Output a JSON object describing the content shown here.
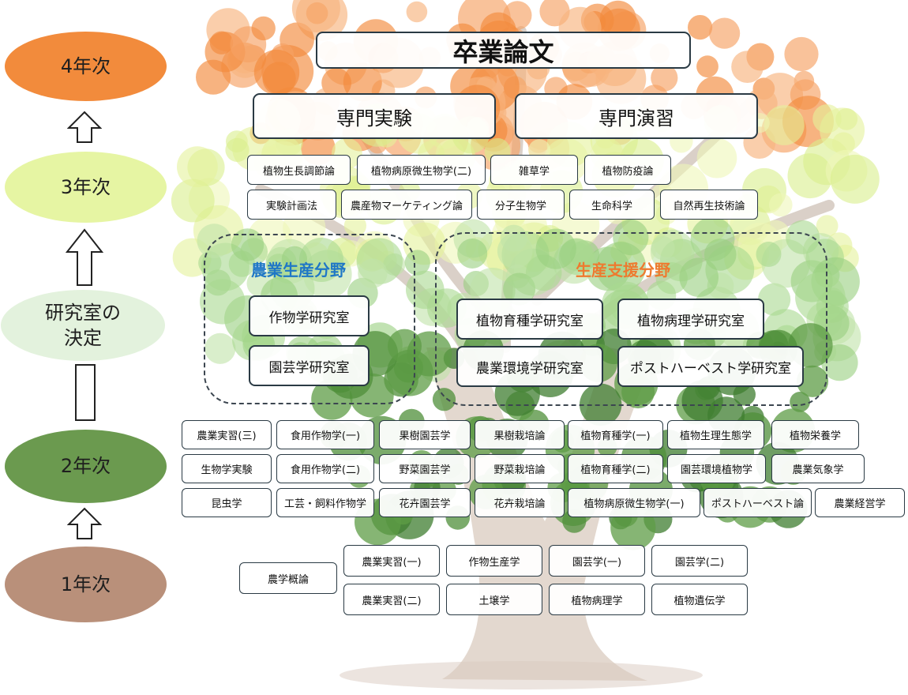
{
  "colors": {
    "year4": "#f28b3c",
    "year3": "#e6f5a3",
    "lab_decision": "#e3f2dd",
    "year2": "#6b9a4f",
    "year1": "#b9907a",
    "field_agri": "#1f77c6",
    "field_support": "#ee7a2f",
    "border": "#2a3a44"
  },
  "years": {
    "y4": "4年次",
    "y3": "3年次",
    "lab": [
      "研究室の",
      "決定"
    ],
    "y2": "2年次",
    "y1": "1年次"
  },
  "year4": {
    "thesis": "卒業論文"
  },
  "year3": {
    "experiment": "専門実験",
    "seminar": "専門演習",
    "courses": [
      "植物生長調節論",
      "植物病原微生物学(二)",
      "雑草学",
      "植物防疫論",
      "実験計画法",
      "農産物マーケティング論",
      "分子生物学",
      "生命科学",
      "自然再生技術論"
    ]
  },
  "fields": {
    "agri": {
      "title": "農業生産分野",
      "labs": [
        "作物学研究室",
        "園芸学研究室"
      ]
    },
    "support": {
      "title": "生産支援分野",
      "labs": [
        "植物育種学研究室",
        "植物病理学研究室",
        "農業環境学研究室",
        "ポストハーベスト学研究室"
      ]
    }
  },
  "year2": {
    "courses": [
      "農業実習(三)",
      "食用作物学(一)",
      "果樹園芸学",
      "果樹栽培論",
      "植物育種学(一)",
      "植物生理生態学",
      "植物栄養学",
      "生物学実験",
      "食用作物学(二)",
      "野菜園芸学",
      "野菜栽培論",
      "植物育種学(二)",
      "園芸環境植物学",
      "農業気象学",
      "昆虫学",
      "工芸・飼料作物学",
      "花卉園芸学",
      "花卉栽培論",
      "植物病原微生物学(一)",
      "ポストハーベスト論",
      "農業経営学"
    ]
  },
  "year1": {
    "intro": "農学概論",
    "courses": [
      "農業実習(一)",
      "作物生産学",
      "園芸学(一)",
      "園芸学(二)",
      "農業実習(二)",
      "土壌学",
      "植物病理学",
      "植物遺伝学"
    ]
  }
}
